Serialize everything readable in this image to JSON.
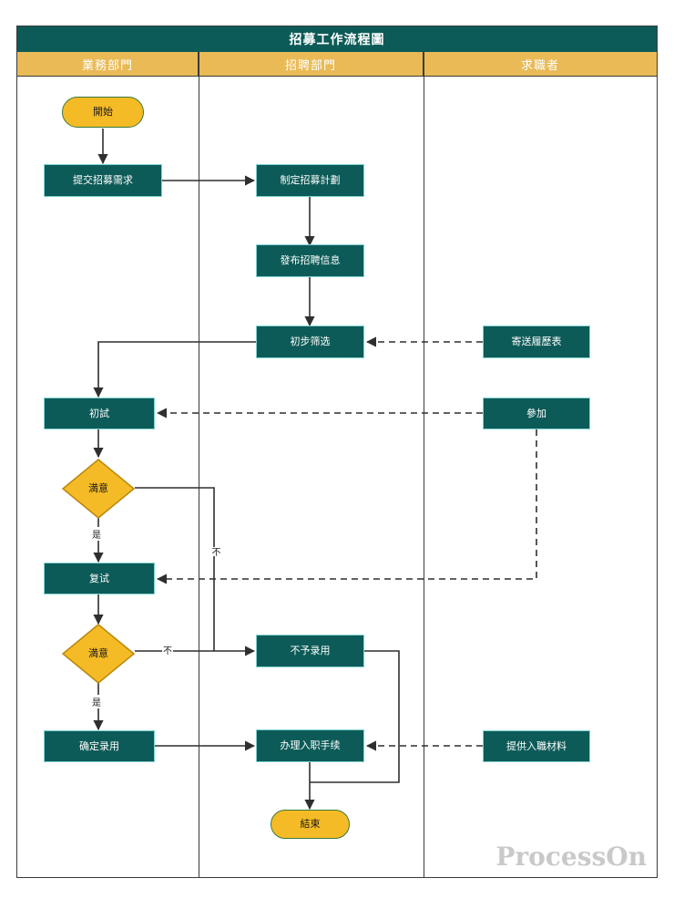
{
  "diagram": {
    "title": "招募工作流程圖",
    "watermark": "ProcessOn",
    "colors": {
      "process_fill": "#0d5b58",
      "terminator_fill": "#f5bb26",
      "decision_fill": "#f5bb26",
      "lane_header_fill": "#e9ba55",
      "title_fill": "#0d5b58",
      "line": "#3a3a3a"
    }
  },
  "lanes": [
    {
      "label": "業務部門"
    },
    {
      "label": "招聘部門"
    },
    {
      "label": "求職者"
    }
  ],
  "nodes": [
    {
      "id": "start",
      "label": "開始",
      "type": "terminator",
      "lane": 0
    },
    {
      "id": "submit_need",
      "label": "提交招募需求",
      "type": "process",
      "lane": 0
    },
    {
      "id": "plan",
      "label": "制定招募計劃",
      "type": "process",
      "lane": 1
    },
    {
      "id": "publish",
      "label": "發布招聘信息",
      "type": "process",
      "lane": 1
    },
    {
      "id": "screen",
      "label": "初步筛选",
      "type": "process",
      "lane": 1
    },
    {
      "id": "send_resume",
      "label": "寄送履歷表",
      "type": "process",
      "lane": 2
    },
    {
      "id": "first_iv",
      "label": "初試",
      "type": "process",
      "lane": 0
    },
    {
      "id": "attend",
      "label": "參加",
      "type": "process",
      "lane": 2
    },
    {
      "id": "satisfied1",
      "label": "満意",
      "type": "decision",
      "lane": 0
    },
    {
      "id": "second_iv",
      "label": "复试",
      "type": "process",
      "lane": 0
    },
    {
      "id": "satisfied2",
      "label": "満意",
      "type": "decision",
      "lane": 0
    },
    {
      "id": "reject",
      "label": "不予录用",
      "type": "process",
      "lane": 1
    },
    {
      "id": "confirm_hire",
      "label": "确定录用",
      "type": "process",
      "lane": 0
    },
    {
      "id": "onboard",
      "label": "办理入职手续",
      "type": "process",
      "lane": 1
    },
    {
      "id": "provide_docs",
      "label": "提供入職材料",
      "type": "process",
      "lane": 2
    },
    {
      "id": "end",
      "label": "結束",
      "type": "terminator",
      "lane": 1
    }
  ],
  "edge_labels": {
    "yes1": "是",
    "no1": "不",
    "yes2": "是",
    "no2": "不"
  }
}
